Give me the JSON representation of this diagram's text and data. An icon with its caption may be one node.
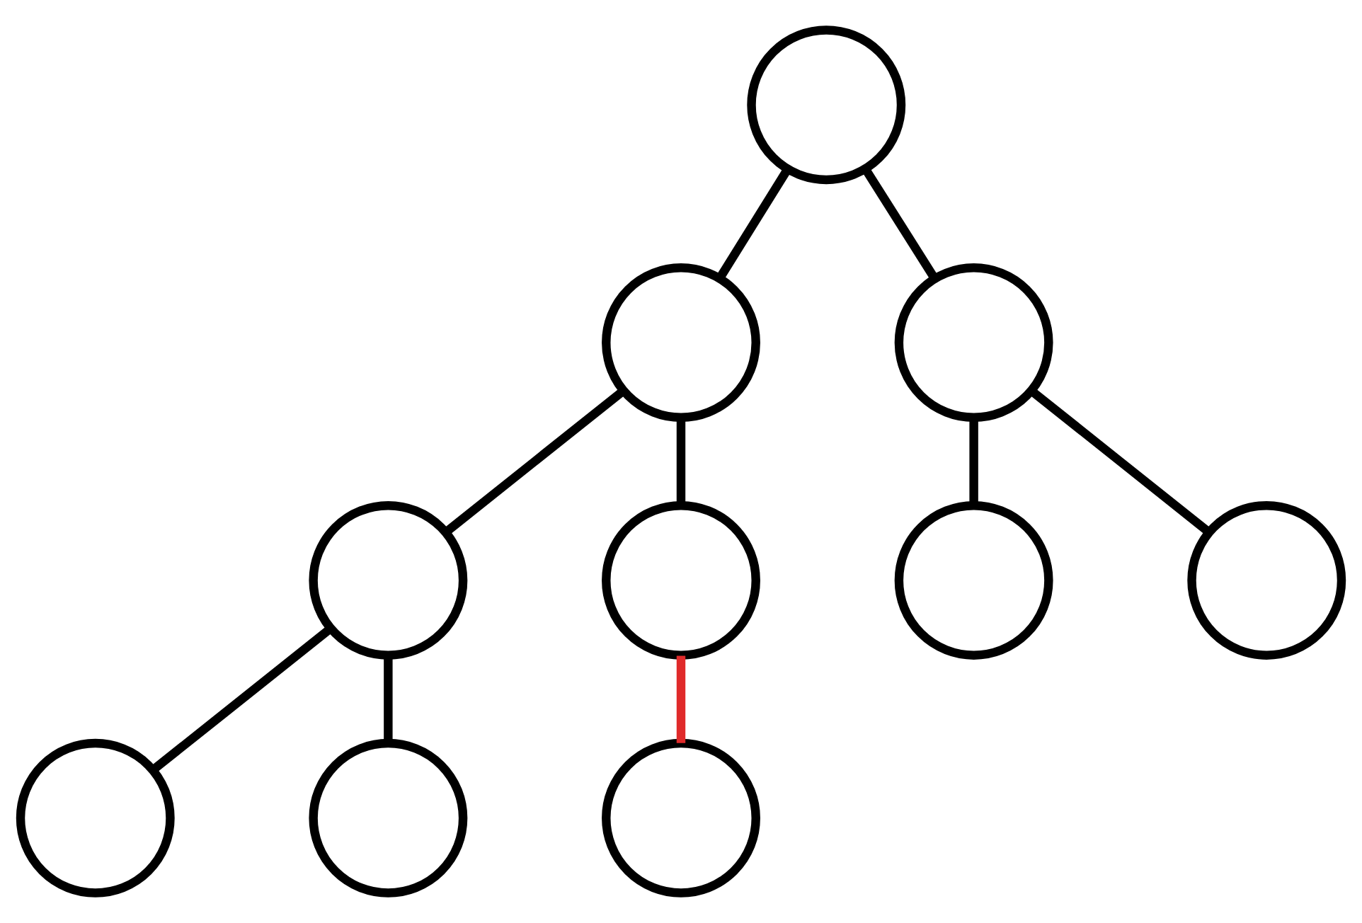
{
  "diagram": {
    "nodes": [
      {
        "text": [],
        "shape": "circle"
      },
      {
        "text": [],
        "shape": "circle"
      },
      {
        "text": [],
        "shape": "circle"
      },
      {
        "text": [],
        "shape": "circle"
      },
      {
        "text": [],
        "shape": "circle"
      },
      {
        "text": [],
        "shape": "circle"
      },
      {
        "text": [],
        "shape": "circle"
      },
      {
        "text": [],
        "shape": "circle"
      },
      {
        "text": [],
        "shape": "circle"
      },
      {
        "text": [],
        "shape": "circle"
      }
    ],
    "edges": [
      {
        "from": 0,
        "to": 1,
        "arrow": "none"
      },
      {
        "from": 0,
        "to": 2,
        "arrow": "none"
      },
      {
        "from": 1,
        "to": 3,
        "arrow": "none"
      },
      {
        "from": 1,
        "to": 4,
        "arrow": "none"
      },
      {
        "from": 2,
        "to": 5,
        "arrow": "none"
      },
      {
        "from": 2,
        "to": 6,
        "arrow": "none"
      },
      {
        "from": 3,
        "to": 7,
        "arrow": "none"
      },
      {
        "from": 3,
        "to": 8,
        "arrow": "none"
      },
      {
        "from": 4,
        "to": 9,
        "arrow": "none",
        "color": "#e02a2a"
      }
    ]
  }
}
